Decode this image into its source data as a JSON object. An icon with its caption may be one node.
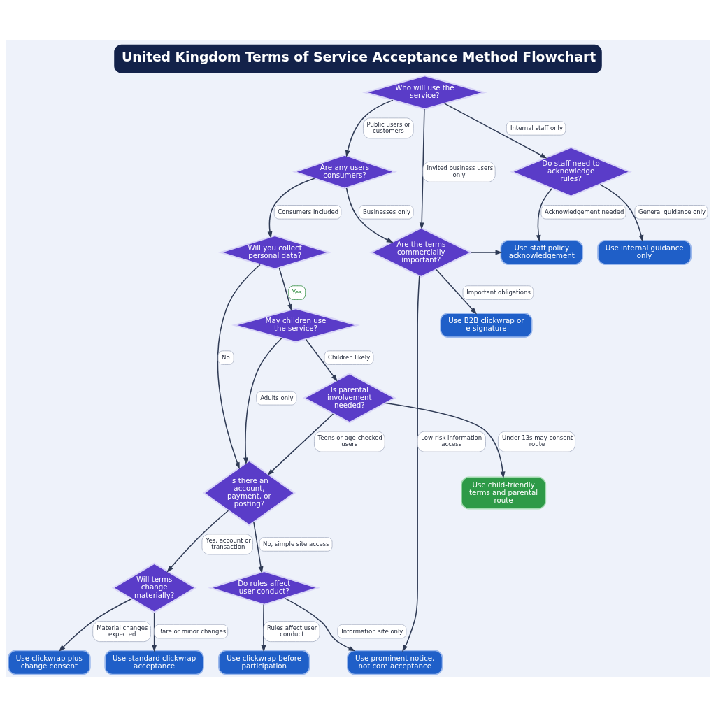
{
  "diagram": {
    "title": "United Kingdom Terms of Service Acceptance Method Flowchart",
    "nodes": [
      {
        "text": [
          "Who will use the service?"
        ]
      },
      {
        "text": [
          "Are any users consumers?"
        ]
      },
      {
        "text": [
          "Do staff need to acknowledge rules?"
        ]
      },
      {
        "text": [
          "Will you collect personal data?"
        ]
      },
      {
        "text": [
          "Are the terms commercially important?"
        ]
      },
      {
        "text": [
          "Use staff policy acknowledgement"
        ]
      },
      {
        "text": [
          "Use internal guidance only"
        ]
      },
      {
        "text": [
          "Use B2B clickwrap or e-signature"
        ]
      },
      {
        "text": [
          "May children use the service?"
        ]
      },
      {
        "text": [
          "Is parental involvement needed?"
        ]
      },
      {
        "text": [
          "Is there an account, payment, or posting?"
        ]
      },
      {
        "text": [
          "Use child-friendly terms and parental route"
        ]
      },
      {
        "text": [
          "Will terms change materially?"
        ]
      },
      {
        "text": [
          "Do rules affect user conduct?"
        ]
      },
      {
        "text": [
          "Use clickwrap plus change consent"
        ]
      },
      {
        "text": [
          "Use standard clickwrap acceptance"
        ]
      },
      {
        "text": [
          "Use clickwrap before participation"
        ]
      },
      {
        "text": [
          "Use prominent notice, not core acceptance"
        ]
      }
    ],
    "edges": [
      {
        "from": 0,
        "to": 1,
        "arrow": "to",
        "label": "Public users or customers"
      },
      {
        "from": 0,
        "to": 4,
        "arrow": "to",
        "label": "Invited business users only"
      },
      {
        "from": 0,
        "to": 2,
        "arrow": "to",
        "label": "Internal staff only"
      },
      {
        "from": 1,
        "to": 3,
        "arrow": "to",
        "label": "Consumers included"
      },
      {
        "from": 1,
        "to": 4,
        "arrow": "to",
        "label": "Businesses only"
      },
      {
        "from": 2,
        "to": 5,
        "arrow": "to",
        "label": "Acknowledgement needed"
      },
      {
        "from": 2,
        "to": 6,
        "arrow": "to",
        "label": "General guidance only"
      },
      {
        "from": 4,
        "to": 5,
        "arrow": "to"
      },
      {
        "from": 4,
        "to": 7,
        "arrow": "to",
        "label": "Important obligations"
      },
      {
        "from": 4,
        "to": 17,
        "arrow": "to",
        "label": "Low-risk information access"
      },
      {
        "from": 3,
        "to": 8,
        "arrow": "to",
        "label": "Yes"
      },
      {
        "from": 3,
        "to": 10,
        "arrow": "to",
        "label": "No"
      },
      {
        "from": 8,
        "to": 9,
        "arrow": "to",
        "label": "Children likely"
      },
      {
        "from": 8,
        "to": 10,
        "arrow": "to",
        "label": "Adults only"
      },
      {
        "from": 9,
        "to": 11,
        "arrow": "to",
        "label": "Under-13s may consent route"
      },
      {
        "from": 9,
        "to": 10,
        "arrow": "to",
        "label": "Teens or age-checked users"
      },
      {
        "from": 10,
        "to": 12,
        "arrow": "to",
        "label": "Yes, account or transaction"
      },
      {
        "from": 10,
        "to": 13,
        "arrow": "to",
        "label": "No, simple site access"
      },
      {
        "from": 12,
        "to": 14,
        "arrow": "to",
        "label": "Material changes expected"
      },
      {
        "from": 12,
        "to": 15,
        "arrow": "to",
        "label": "Rare or minor changes"
      },
      {
        "from": 13,
        "to": 16,
        "arrow": "to",
        "label": "Rules affect user conduct"
      },
      {
        "from": 13,
        "to": 17,
        "arrow": "to",
        "label": "Information site only"
      }
    ]
  }
}
